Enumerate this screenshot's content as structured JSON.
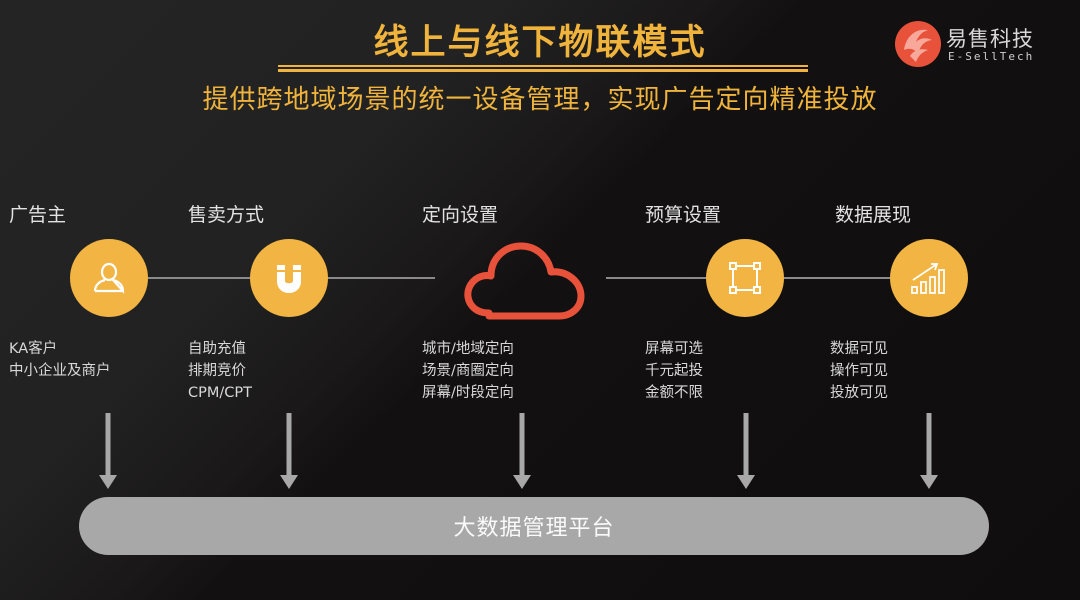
{
  "header": {
    "title": "线上与线下物联模式",
    "subtitle": "提供跨地域场景的统一设备管理，实现广告定向精准投放"
  },
  "logo": {
    "name_cn": "易售科技",
    "name_en": "E-SellTech",
    "icon": "phoenix-logo-icon"
  },
  "colors": {
    "accent": "#f0b43c",
    "circle": "#f2b544",
    "cloud": "#e8523a",
    "platform": "#a8a8a8",
    "connector": "#8a8a8a"
  },
  "steps": [
    {
      "title": "广告主",
      "icon": "user-icon",
      "lines": [
        "KA客户",
        "中小企业及商户"
      ]
    },
    {
      "title": "售卖方式",
      "icon": "magnet-icon",
      "lines": [
        "自助充值",
        "排期竞价",
        "CPM/CPT"
      ]
    },
    {
      "title": "定向设置",
      "icon": "cloud-icon",
      "lines": [
        "城市/地域定向",
        "场景/商圈定向",
        "屏幕/时段定向"
      ]
    },
    {
      "title": "预算设置",
      "icon": "select-frame-icon",
      "lines": [
        "屏幕可选",
        "千元起投",
        "金额不限"
      ]
    },
    {
      "title": "数据展现",
      "icon": "growth-chart-icon",
      "lines": [
        "数据可见",
        "操作可见",
        "投放可见"
      ]
    }
  ],
  "platform": {
    "label": "大数据管理平台"
  }
}
